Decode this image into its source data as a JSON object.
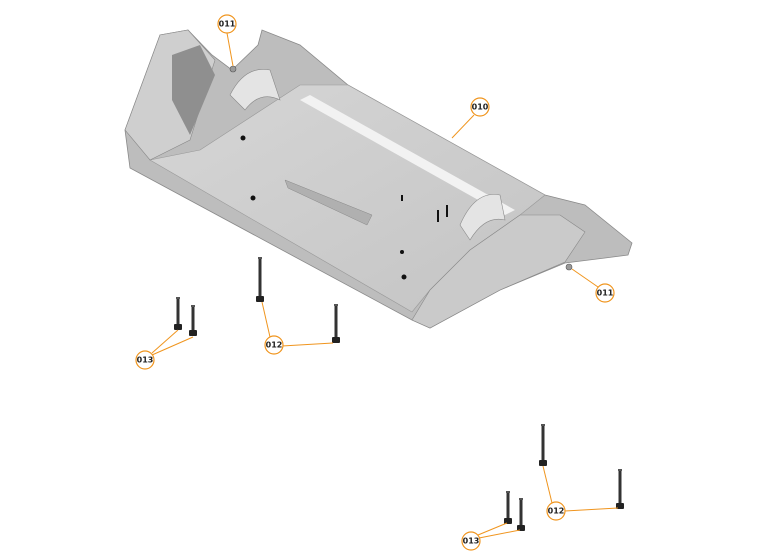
{
  "accent_color": "#f0951e",
  "parts": {
    "frame": {
      "label": "010"
    },
    "nut_upper": {
      "label": "011"
    },
    "nut_right": {
      "label": "011"
    },
    "bolts_long_upper": {
      "label": "012"
    },
    "bolts_short_upper": {
      "label": "013"
    },
    "bolts_long_lower": {
      "label": "012"
    },
    "bolts_short_lower": {
      "label": "013"
    }
  }
}
